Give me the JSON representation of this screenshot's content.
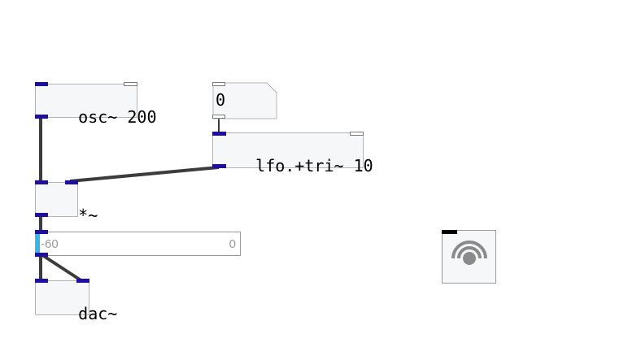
{
  "patch": {
    "objects": {
      "osc": {
        "label": "osc~ 200"
      },
      "lfo": {
        "label": "lfo.+tri~ 10"
      },
      "mult": {
        "label": "*~"
      },
      "dac": {
        "label": "dac~"
      }
    },
    "message": {
      "value": "0"
    },
    "level_slider": {
      "min_label": "-60",
      "max_label": "0",
      "level": 0.0
    },
    "audio_toggle": {
      "icon": "speaker-waves-icon"
    }
  },
  "colors": {
    "canvas": "#ffffff",
    "object_fill": "#f6f7f8",
    "object_border": "#b4b4b4",
    "port": "#1e0fa0",
    "cord": "#3c3c3c",
    "slider_knob": "#39b4e6",
    "icon": "#8a8a8a"
  }
}
